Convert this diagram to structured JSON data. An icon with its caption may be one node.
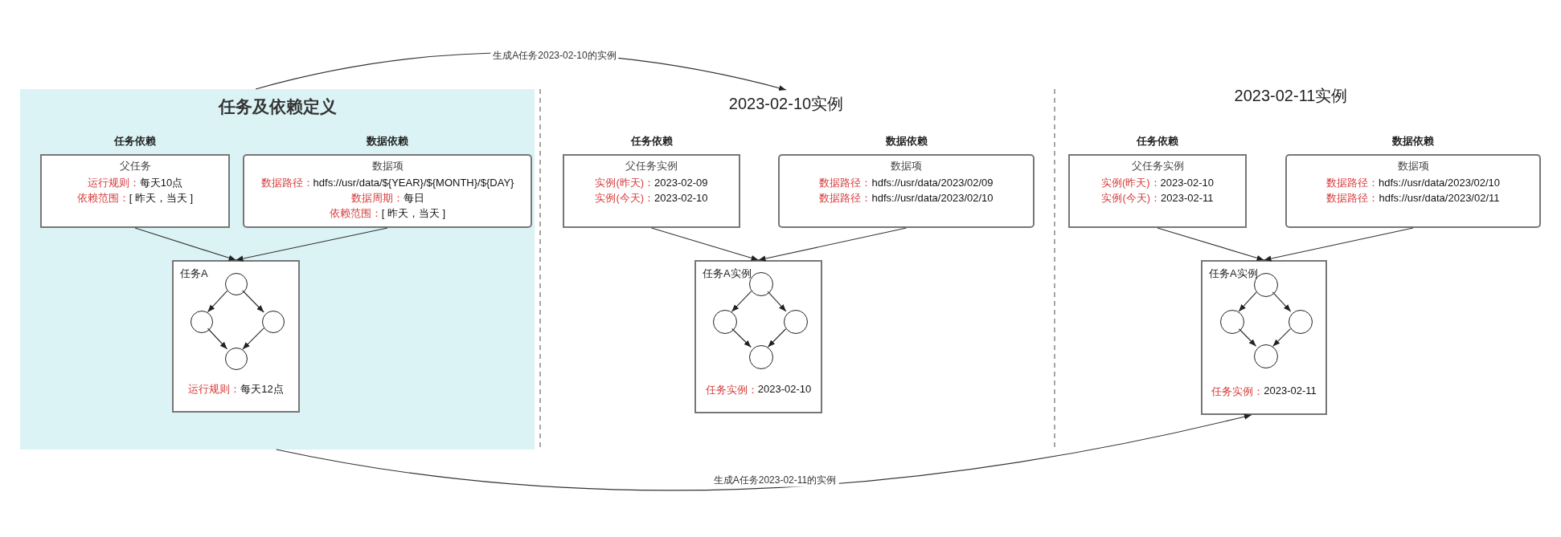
{
  "diagram": {
    "nodes": [
      {
        "text": [
          "任务及依赖定义"
        ]
      },
      {
        "text": [
          "任务依赖",
          "父任务",
          "运行规则：",
          "每天10点",
          "依赖范围：",
          "[ 昨天，当天 ]"
        ],
        "in": 0
      },
      {
        "text": [
          "数据依赖",
          "数据项",
          "数据路径：",
          "hdfs://usr/data/${YEAR}/${MONTH}/${DAY}",
          "数据周期：",
          "每日",
          "依赖范围：",
          "[ 昨天，当天 ]"
        ],
        "in": 0
      },
      {
        "text": [
          "任务A",
          "运行规则：",
          "每天12点"
        ],
        "in": 0
      },
      {
        "text": [],
        "shape": "circle",
        "in": 3
      },
      {
        "text": [],
        "shape": "circle",
        "in": 3
      },
      {
        "text": [],
        "shape": "circle",
        "in": 3
      },
      {
        "text": [],
        "shape": "circle",
        "in": 3
      },
      {
        "text": [
          "2023-02-10实例"
        ]
      },
      {
        "text": [
          "任务依赖",
          "父任务实例",
          "实例(昨天)：",
          "2023-02-09",
          "实例(今天)：",
          "2023-02-10"
        ]
      },
      {
        "text": [
          "数据依赖",
          "数据项",
          "数据路径：",
          "hdfs://usr/data/2023/02/09",
          "数据路径：",
          "hdfs://usr/data/2023/02/10"
        ]
      },
      {
        "text": [
          "任务A实例",
          "任务实例：",
          "2023-02-10"
        ]
      },
      {
        "text": [],
        "shape": "circle",
        "in": 11
      },
      {
        "text": [],
        "shape": "circle",
        "in": 11
      },
      {
        "text": [],
        "shape": "circle",
        "in": 11
      },
      {
        "text": [],
        "shape": "circle",
        "in": 11
      },
      {
        "text": [
          "2023-02-11实例"
        ]
      },
      {
        "text": [
          "任务依赖",
          "父任务实例",
          "实例(昨天)：",
          "2023-02-10",
          "实例(今天)：",
          "2023-02-11"
        ]
      },
      {
        "text": [
          "数据依赖",
          "数据项",
          "数据路径：",
          "hdfs://usr/data/2023/02/10",
          "数据路径：",
          "hdfs://usr/data/2023/02/11"
        ]
      },
      {
        "text": [
          "任务A实例",
          "任务实例：",
          "2023-02-11"
        ]
      },
      {
        "text": [],
        "shape": "circle",
        "in": 19
      },
      {
        "text": [],
        "shape": "circle",
        "in": 19
      },
      {
        "text": [],
        "shape": "circle",
        "in": 19
      },
      {
        "text": [],
        "shape": "circle",
        "in": 19
      }
    ],
    "edges": [
      {
        "from": 1,
        "to": 3,
        "arrow": "to"
      },
      {
        "from": 2,
        "to": 3,
        "arrow": "to"
      },
      {
        "from": 4,
        "to": 5,
        "arrow": "to"
      },
      {
        "from": 4,
        "to": 6,
        "arrow": "to"
      },
      {
        "from": 5,
        "to": 7,
        "arrow": "to"
      },
      {
        "from": 6,
        "to": 7,
        "arrow": "to"
      },
      {
        "from": 9,
        "to": 11,
        "arrow": "to"
      },
      {
        "from": 10,
        "to": 11,
        "arrow": "to"
      },
      {
        "from": 12,
        "to": 13,
        "arrow": "to"
      },
      {
        "from": 12,
        "to": 14,
        "arrow": "to"
      },
      {
        "from": 13,
        "to": 15,
        "arrow": "to"
      },
      {
        "from": 14,
        "to": 15,
        "arrow": "to"
      },
      {
        "from": 17,
        "to": 19,
        "arrow": "to"
      },
      {
        "from": 18,
        "to": 19,
        "arrow": "to"
      },
      {
        "from": 20,
        "to": 21,
        "arrow": "to"
      },
      {
        "from": 20,
        "to": 22,
        "arrow": "to"
      },
      {
        "from": 21,
        "to": 23,
        "arrow": "to"
      },
      {
        "from": 22,
        "to": 23,
        "arrow": "to"
      },
      {
        "from": 0,
        "to": 8,
        "arrow": "to",
        "label": "生成A任务2023-02-10的实例"
      },
      {
        "from": 0,
        "to": 19,
        "arrow": "to",
        "label": "生成A任务2023-02-11的实例"
      }
    ]
  }
}
